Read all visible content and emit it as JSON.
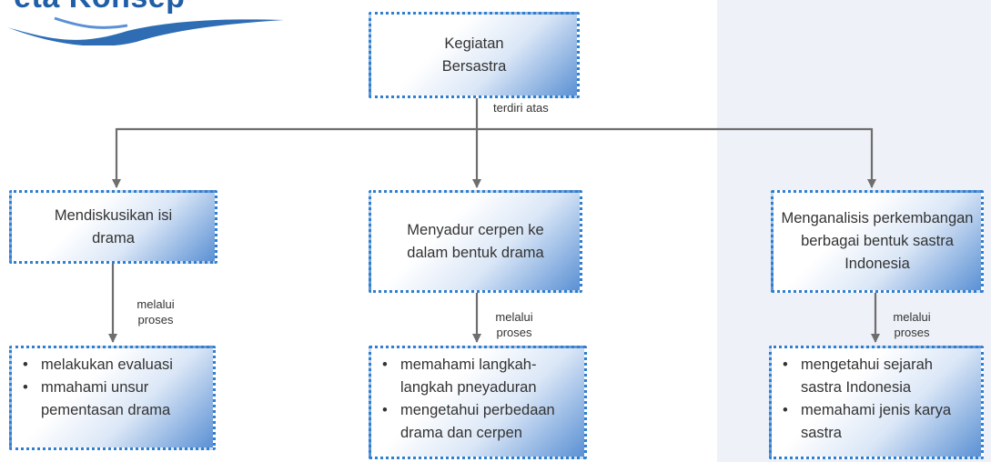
{
  "header": {
    "logo_text": "Peta Konsep"
  },
  "root": {
    "label": "Kegiatan\nBersastra"
  },
  "root_edge_label": "terdiri atas",
  "branches": [
    {
      "label": "Mendiskusikan isi\ndrama",
      "edge_label": "melalui\nproses",
      "items": [
        "melakukan evaluasi",
        "mmahami unsur pementasan drama"
      ]
    },
    {
      "label": "Menyadur cerpen ke\ndalam bentuk drama",
      "edge_label": "melalui\nproses",
      "items": [
        "memahami langkah-langkah pneyaduran",
        "mengetahui perbedaan drama dan cerpen"
      ]
    },
    {
      "label": "Menganalisis perkembangan\nberbagai bentuk sastra\nIndonesia",
      "edge_label": "melalui\nproses",
      "items": [
        "mengetahui sejarah sastra Indonesia",
        "memahami jenis karya sastra"
      ]
    }
  ],
  "colors": {
    "border": "#2f7fd0",
    "arrow": "#6e6e6e",
    "gradient_end": "#5b91d4",
    "panel": "#eef2f8"
  }
}
